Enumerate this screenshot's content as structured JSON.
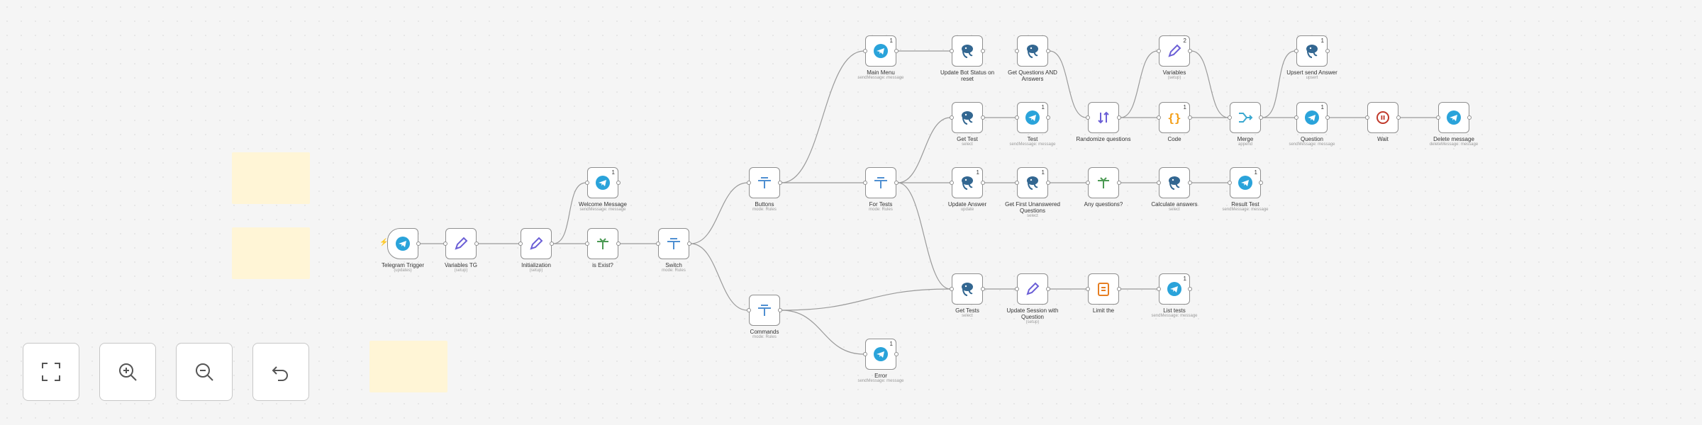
{
  "nodes": [
    {
      "id": "telegram_trigger",
      "label": "Telegram Trigger",
      "sub": "(updates)",
      "icon": "telegram-icon"
    },
    {
      "id": "variables_tg",
      "label": "Variables TG",
      "sub": "(setup)",
      "icon": "pencil-icon"
    },
    {
      "id": "initialization",
      "label": "Initialization",
      "sub": "(setup)",
      "icon": "pencil-icon"
    },
    {
      "id": "welcome_message",
      "label": "Welcome Message",
      "sub": "sendMessage: message",
      "badge": "1",
      "icon": "telegram-icon"
    },
    {
      "id": "is_exist",
      "label": "is Exist?",
      "sub": "",
      "icon": "if-icon"
    },
    {
      "id": "switch",
      "label": "Switch",
      "sub": "mode: Rules",
      "icon": "switch-icon"
    },
    {
      "id": "buttons",
      "label": "Buttons",
      "sub": "mode: Rules",
      "icon": "switch-icon"
    },
    {
      "id": "commands",
      "label": "Commands",
      "sub": "mode: Rules",
      "icon": "switch-icon"
    },
    {
      "id": "main_menu",
      "label": "Main Menu",
      "sub": "sendMessage: message",
      "badge": "1",
      "icon": "telegram-icon"
    },
    {
      "id": "for_tests",
      "label": "For Tests",
      "sub": "mode: Rules",
      "icon": "switch-icon"
    },
    {
      "id": "error",
      "label": "Error",
      "sub": "sendMessage: message",
      "badge": "1",
      "icon": "telegram-icon"
    },
    {
      "id": "update_bot_status",
      "label": "Update Bot Status on reset",
      "sub": "",
      "icon": "postgres-icon"
    },
    {
      "id": "get_test",
      "label": "Get Test",
      "sub": "select",
      "icon": "postgres-icon"
    },
    {
      "id": "update_answer",
      "label": "Update Answer",
      "sub": "update",
      "badge": "1",
      "icon": "postgres-icon"
    },
    {
      "id": "get_tests",
      "label": "Get Tests",
      "sub": "select",
      "icon": "postgres-icon"
    },
    {
      "id": "get_questions_and_answers",
      "label": "Get Questions AND Answers",
      "sub": "",
      "icon": "postgres-icon"
    },
    {
      "id": "test",
      "label": "Test",
      "sub": "sendMessage: message",
      "badge": "1",
      "icon": "telegram-icon"
    },
    {
      "id": "get_first_unanswered",
      "label": "Get First Unanswered Questions",
      "sub": "select",
      "badge": "1",
      "icon": "postgres-icon"
    },
    {
      "id": "update_session",
      "label": "Update Session with Question",
      "sub": "(setup)",
      "icon": "pencil-icon"
    },
    {
      "id": "randomize_questions",
      "label": "Randomize questions",
      "sub": "",
      "icon": "sort-icon"
    },
    {
      "id": "any_questions",
      "label": "Any questions?",
      "sub": "",
      "icon": "if-icon"
    },
    {
      "id": "list_tests_code",
      "label": "Limit the",
      "sub": "",
      "icon": "code-icon"
    },
    {
      "id": "variables",
      "label": "Variables",
      "sub": "(setup)",
      "badge": "2",
      "icon": "pencil-icon"
    },
    {
      "id": "code",
      "label": "Code",
      "sub": "",
      "badge": "1",
      "icon": "curly-icon"
    },
    {
      "id": "calculate_answers",
      "label": "Calculate answers",
      "sub": "select",
      "icon": "postgres-icon"
    },
    {
      "id": "list_tests",
      "label": "List tests",
      "sub": "sendMessage: message",
      "badge": "1",
      "icon": "telegram-icon"
    },
    {
      "id": "merge",
      "label": "Merge",
      "sub": "append",
      "icon": "merge-icon"
    },
    {
      "id": "result_test",
      "label": "Result Test",
      "sub": "sendMessage: message",
      "badge": "1",
      "icon": "telegram-icon"
    },
    {
      "id": "upsert_send_answer",
      "label": "Upsert send Answer",
      "sub": "upsert",
      "badge": "1",
      "icon": "postgres-icon"
    },
    {
      "id": "question",
      "label": "Question",
      "sub": "sendMessage: message",
      "badge": "1",
      "icon": "telegram-icon"
    },
    {
      "id": "wait",
      "label": "Wait",
      "sub": "",
      "icon": "wait-icon"
    },
    {
      "id": "delete_message",
      "label": "Delete message",
      "sub": "deleteMessage: message",
      "icon": "telegram-icon"
    }
  ],
  "controls": {
    "fit_view": "fit-view-icon",
    "zoom_in": "zoom-in-icon",
    "zoom_out": "zoom-out-icon",
    "undo": "undo-icon"
  },
  "colors": {
    "telegram": "#2aa3da",
    "pencil": "#6b5fd6",
    "postgres": "#336791",
    "if": "#4c9a54",
    "switch": "#4f8fd1",
    "code": "#e67e22",
    "curly": "#f39c12",
    "merge": "#3aa8d0",
    "wait": "#c0392b",
    "sticky": "#fff5d6"
  }
}
